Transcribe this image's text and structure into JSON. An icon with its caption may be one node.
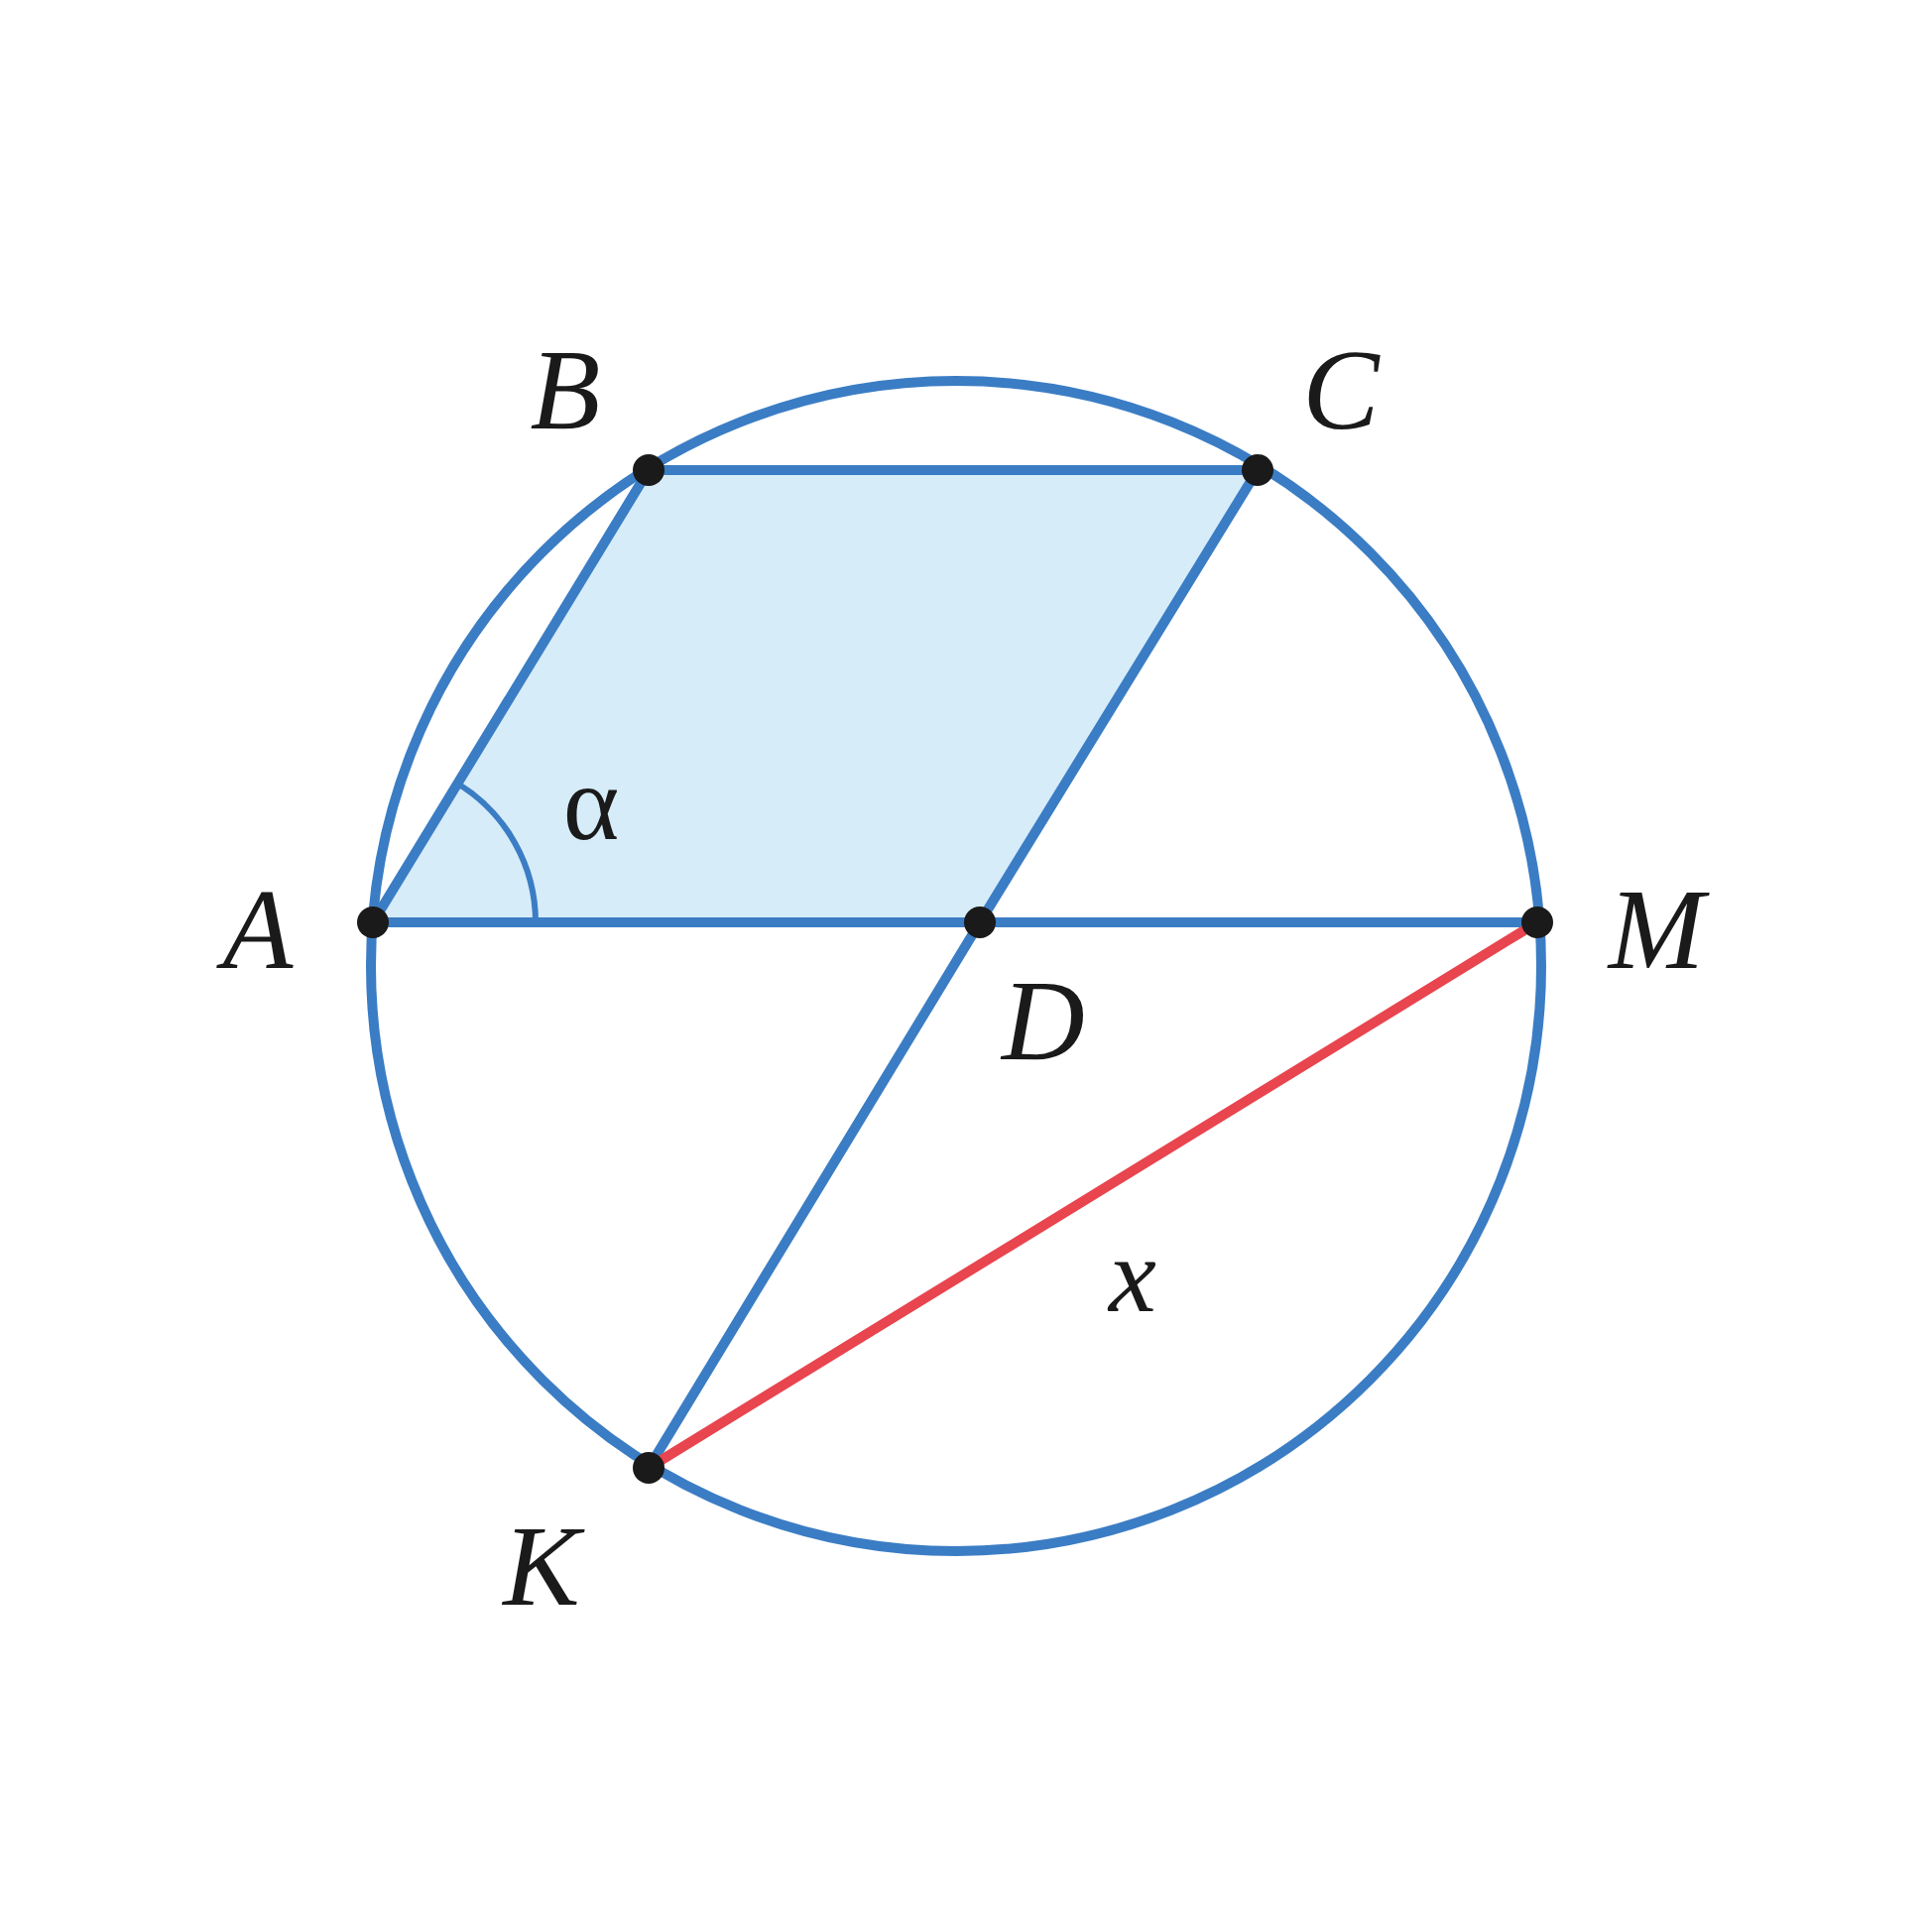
{
  "diagram": {
    "nodes": [
      {
        "text": [
          "B"
        ]
      },
      {
        "text": [
          "C"
        ]
      },
      {
        "text": [
          "A"
        ]
      },
      {
        "text": [
          "D"
        ]
      },
      {
        "text": [
          "M"
        ]
      },
      {
        "text": [
          "K"
        ]
      }
    ],
    "edges": [
      {
        "from": 2,
        "to": 0,
        "arrow": "none"
      },
      {
        "from": 0,
        "to": 1,
        "arrow": "none"
      },
      {
        "from": 1,
        "to": 3,
        "arrow": "none"
      },
      {
        "from": 2,
        "to": 3,
        "arrow": "none"
      },
      {
        "from": 3,
        "to": 4,
        "arrow": "none"
      },
      {
        "from": 3,
        "to": 5,
        "arrow": "none"
      },
      {
        "from": 4,
        "to": 5,
        "arrow": "none",
        "label": "x",
        "color": "#e8454f"
      }
    ],
    "labels": [
      "α"
    ]
  }
}
